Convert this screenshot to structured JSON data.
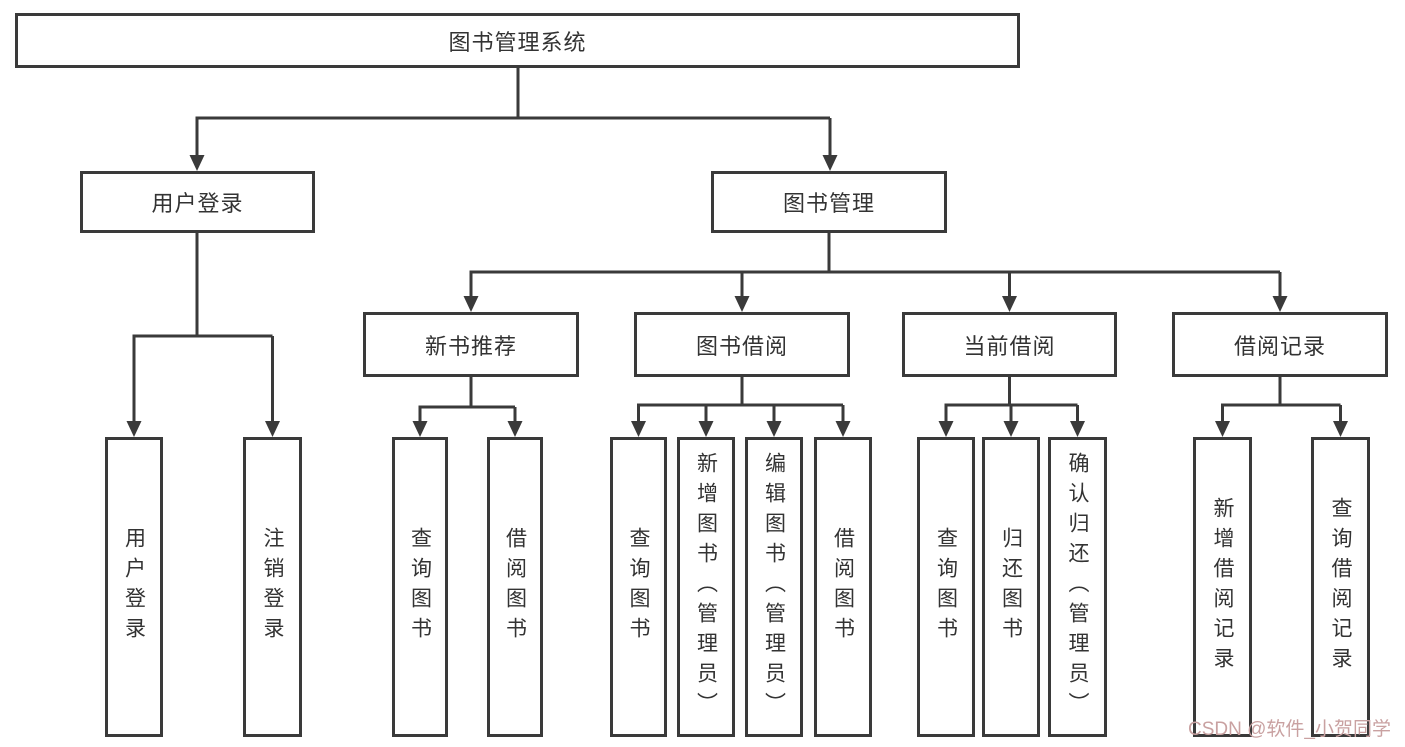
{
  "colors": {
    "line": "#3a3a3a",
    "box_border": "#3a3a3a",
    "box_fill": "#ffffff",
    "text": "#333333",
    "watermark": "#c9a1a1"
  },
  "watermark": {
    "text": "CSDN @软件_小贺同学"
  },
  "tree": {
    "root": {
      "label": "图书管理系统"
    },
    "level1": [
      {
        "label": "用户登录",
        "children": [
          {
            "label": "用户登录"
          },
          {
            "label": "注销登录"
          }
        ]
      },
      {
        "label": "图书管理",
        "children": [
          {
            "label": "新书推荐",
            "children": [
              {
                "label": "查询图书"
              },
              {
                "label": "借阅图书"
              }
            ]
          },
          {
            "label": "图书借阅",
            "children": [
              {
                "label": "查询图书"
              },
              {
                "label": "新增图书（管理员）"
              },
              {
                "label": "编辑图书（管理员）"
              },
              {
                "label": "借阅图书"
              }
            ]
          },
          {
            "label": "当前借阅",
            "children": [
              {
                "label": "查询图书"
              },
              {
                "label": "归还图书"
              },
              {
                "label": "确认归还（管理员）"
              }
            ]
          },
          {
            "label": "借阅记录",
            "children": [
              {
                "label": "新增借阅记录"
              },
              {
                "label": "查询借阅记录"
              }
            ]
          }
        ]
      }
    ]
  }
}
